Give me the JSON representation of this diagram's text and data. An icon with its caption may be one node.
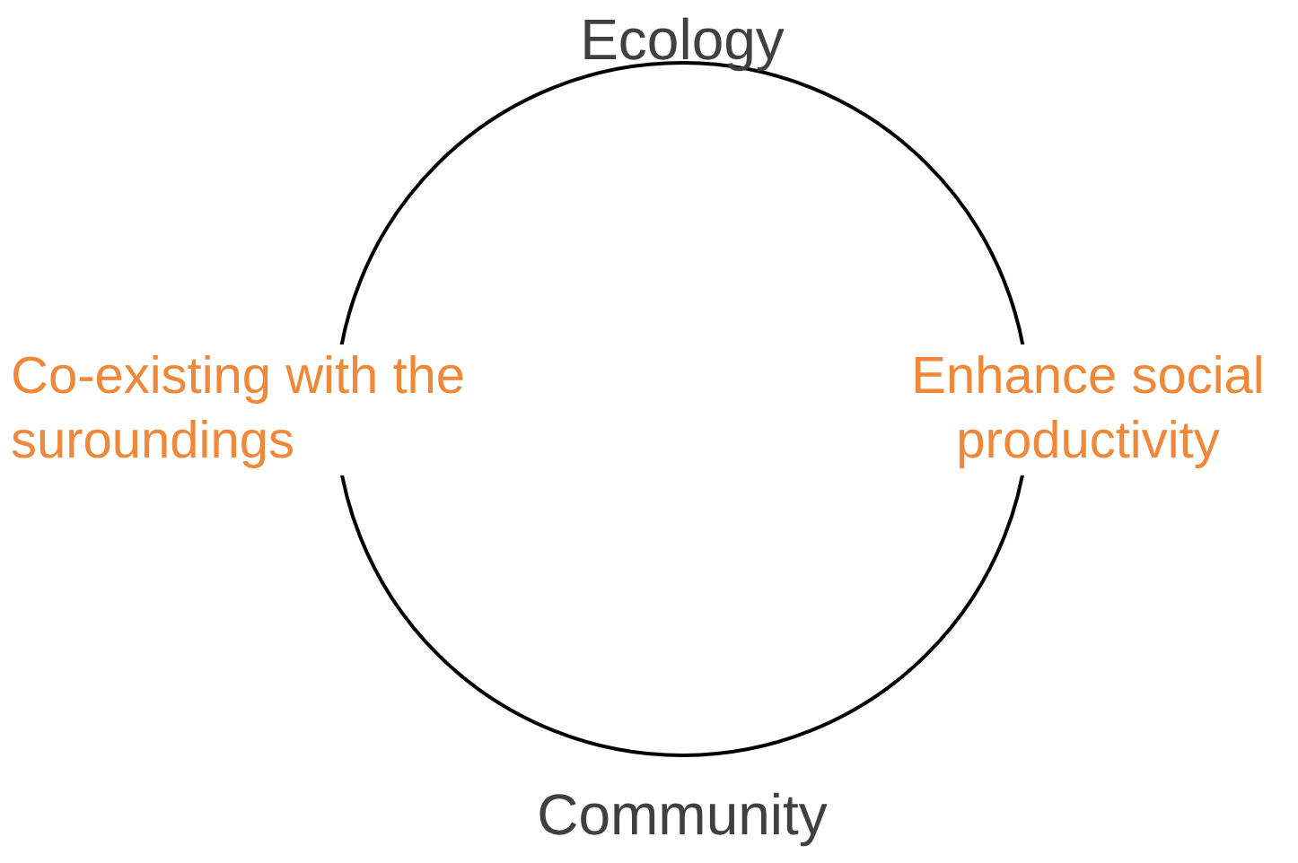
{
  "diagram": {
    "nodes": [
      {
        "text": [],
        "shape": "circle"
      }
    ],
    "labels": [
      "Ecology",
      "Co-existing with the suroundings",
      "Enhance social productivity",
      "Community"
    ]
  }
}
